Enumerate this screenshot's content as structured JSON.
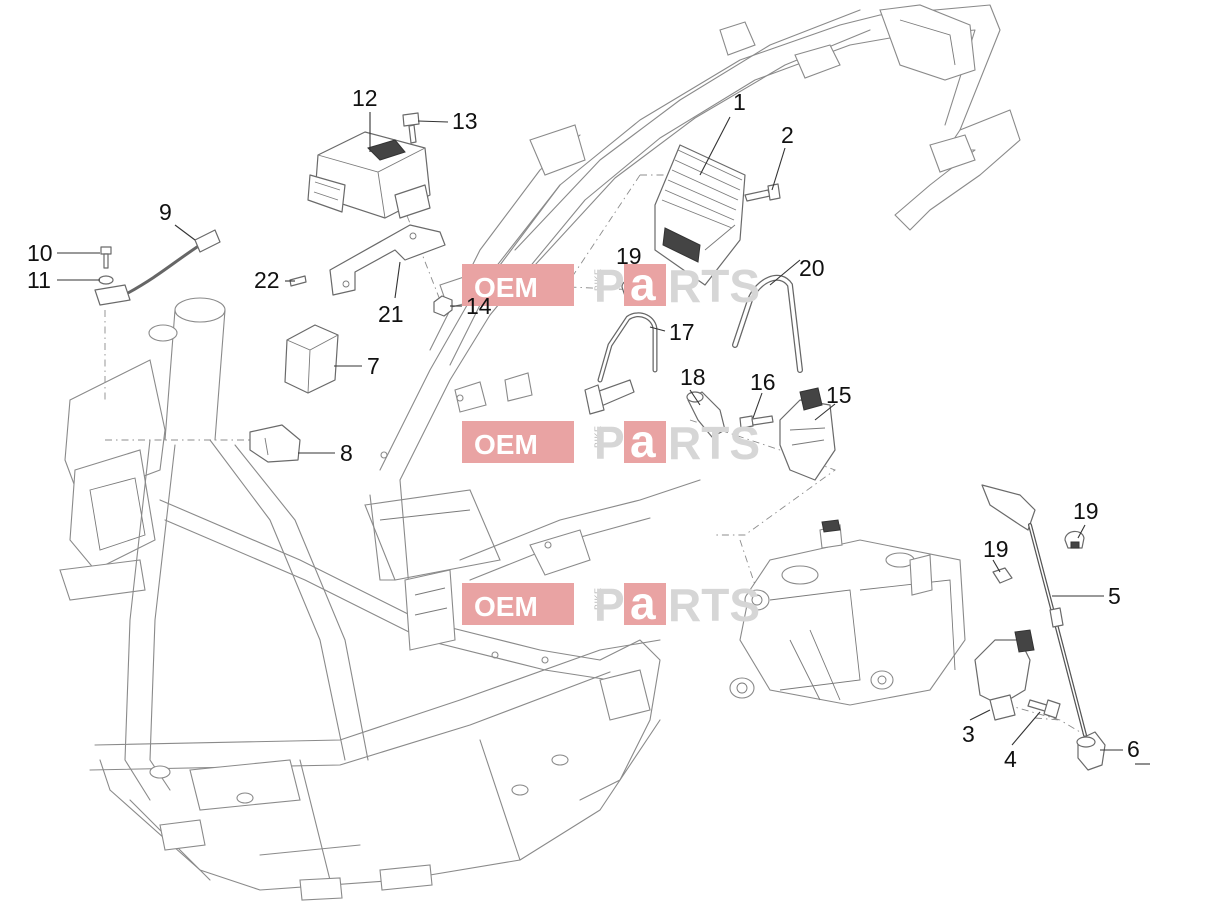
{
  "watermark": {
    "oem": "OEM",
    "bike": "BIKE",
    "p": "P",
    "a": "a",
    "rts": "RTS",
    "accent_color": "#e9a3a3"
  },
  "callouts": {
    "c1": "1",
    "c2": "2",
    "c3": "3",
    "c4": "4",
    "c5": "5",
    "c6": "6",
    "c7": "7",
    "c8": "8",
    "c9": "9",
    "c10": "10",
    "c11": "11",
    "c12": "12",
    "c13": "13",
    "c14": "14",
    "c15": "15",
    "c16": "16",
    "c17": "17",
    "c18": "18",
    "c19a": "19",
    "c19b": "19",
    "c19c": "19",
    "c20": "20",
    "c21": "21",
    "c22": "22"
  }
}
